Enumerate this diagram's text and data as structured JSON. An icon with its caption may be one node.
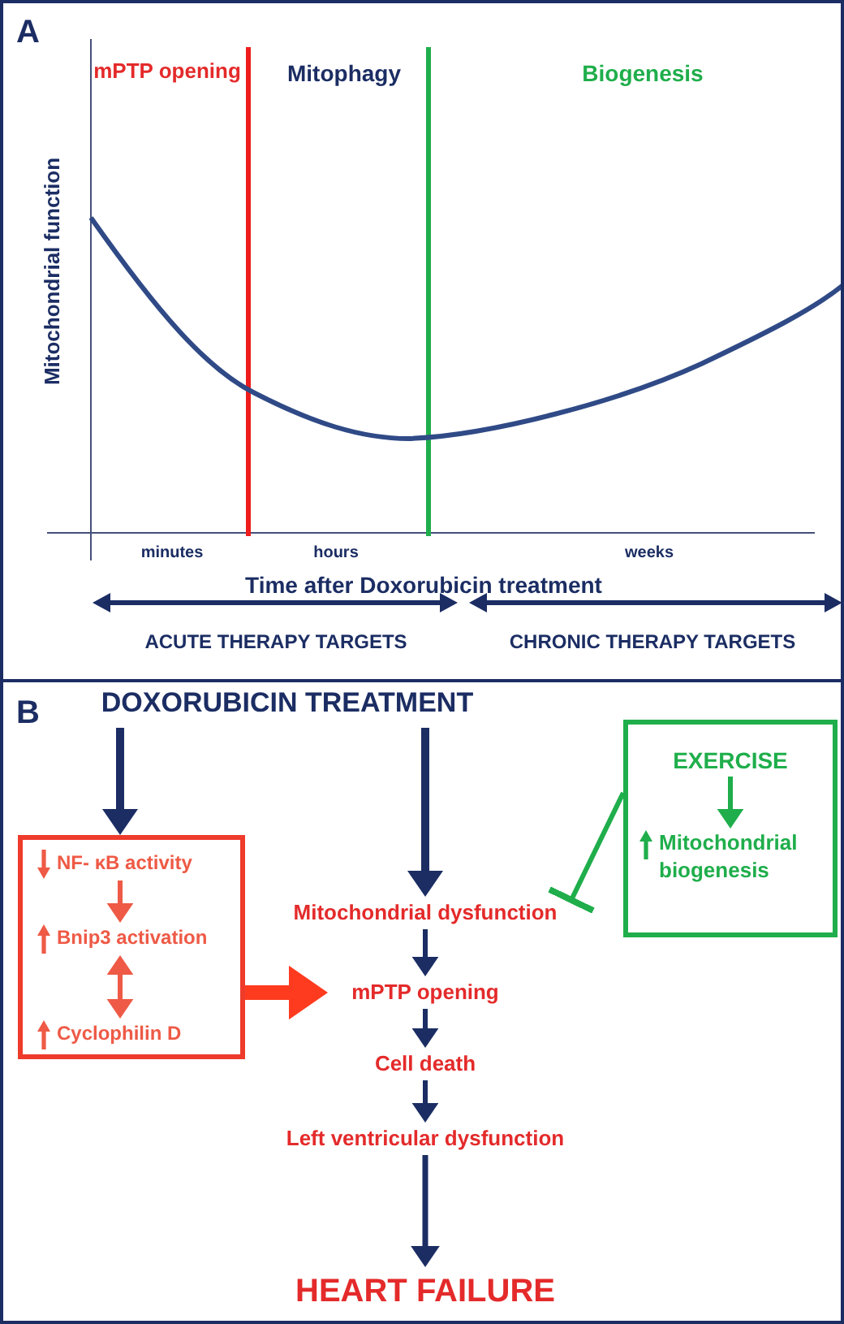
{
  "diagram": {
    "nodes": [
      {
        "text": [
          "DOXORUBICIN TREATMENT"
        ]
      },
      {
        "text": [],
        "shape": "box"
      },
      {
        "text": [
          "NF- κB activity"
        ],
        "in": 1
      },
      {
        "text": [
          "Bnip3 activation"
        ],
        "in": 1
      },
      {
        "text": [
          "Cyclophilin D"
        ],
        "in": 1
      },
      {
        "text": [
          "Mitochondrial dysfunction"
        ]
      },
      {
        "text": [
          "mPTP opening"
        ]
      },
      {
        "text": [
          "Cell death"
        ]
      },
      {
        "text": [
          "Left ventricular dysfunction"
        ]
      },
      {
        "text": [
          "HEART FAILURE"
        ]
      },
      {
        "text": [],
        "shape": "box"
      },
      {
        "text": [
          "EXERCISE"
        ],
        "in": 10
      },
      {
        "text": [
          "Mitochondrial biogenesis"
        ],
        "in": 10
      }
    ],
    "edges": [
      {
        "from": 0,
        "to": 1,
        "arrow": "to"
      },
      {
        "from": 0,
        "to": 5,
        "arrow": "to"
      },
      {
        "from": 2,
        "to": 3,
        "arrow": "to",
        "color": "#ee5a46"
      },
      {
        "from": 3,
        "to": 4,
        "arrow": "both",
        "color": "#ee5a46"
      },
      {
        "from": 1,
        "to": 6,
        "arrow": "to",
        "style": "thick",
        "color": "#ff3b1f"
      },
      {
        "from": 5,
        "to": 6,
        "arrow": "to"
      },
      {
        "from": 6,
        "to": 7,
        "arrow": "to"
      },
      {
        "from": 7,
        "to": 8,
        "arrow": "to"
      },
      {
        "from": 8,
        "to": 9,
        "arrow": "to"
      },
      {
        "from": 10,
        "to": 5,
        "arrow": "other",
        "color": "#1fae4b"
      },
      {
        "from": 11,
        "to": 12,
        "arrow": "to",
        "color": "#1fae4b"
      }
    ],
    "labels": [
      "A",
      "mPTP opening",
      "Mitophagy",
      "Biogenesis",
      "Mitochondrial function",
      "minutes",
      "hours",
      "weeks",
      "Time after Doxorubicin treatment",
      "ACUTE THERAPY TARGETS",
      "CHRONIC THERAPY TARGETS",
      "B"
    ]
  }
}
